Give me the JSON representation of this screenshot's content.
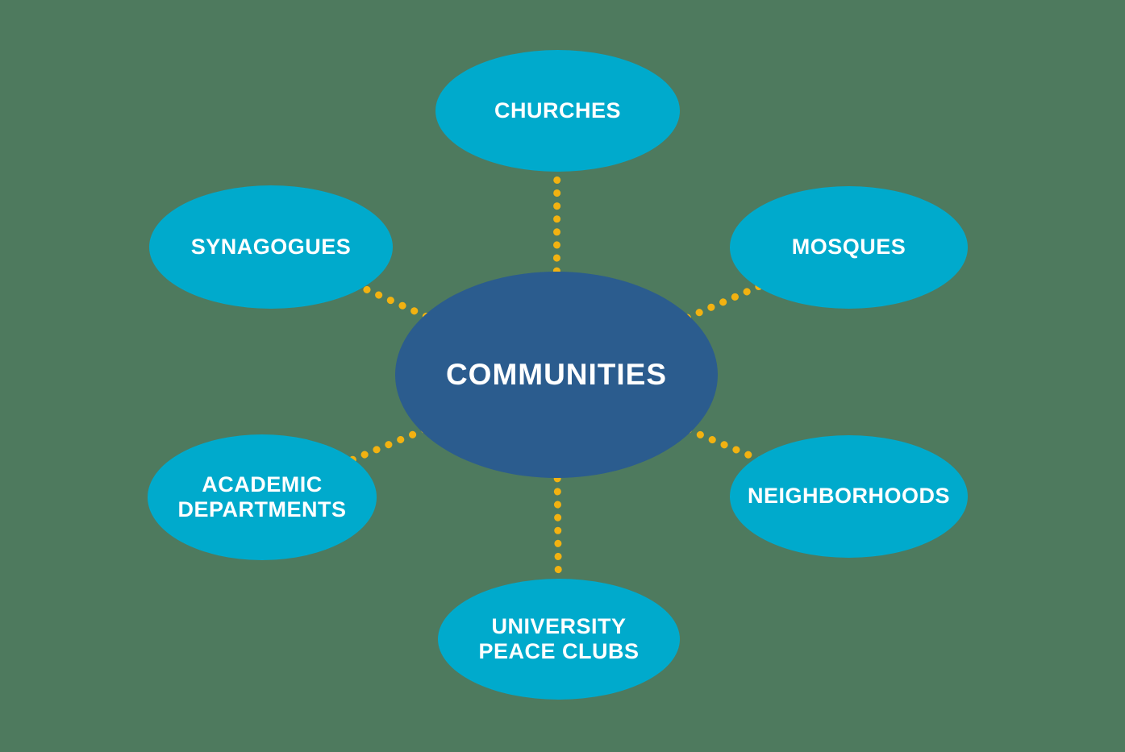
{
  "diagram": {
    "center": {
      "label": "COMMUNITIES"
    },
    "satellites": [
      {
        "id": "churches",
        "label": "CHURCHES"
      },
      {
        "id": "synagogues",
        "label": "SYNAGOGUES"
      },
      {
        "id": "mosques",
        "label": "MOSQUES"
      },
      {
        "id": "academic-departments",
        "label": "ACADEMIC DEPARTMENTS"
      },
      {
        "id": "neighborhoods",
        "label": "NEIGHBORHOODS"
      },
      {
        "id": "university-peace-clubs",
        "label": "UNIVERSITY PEACE CLUBS"
      }
    ],
    "colors": {
      "background": "#4e7a5e",
      "center_fill": "#2b5c8e",
      "satellite_fill": "#00aacc",
      "connector": "#f2b211",
      "text": "#ffffff"
    }
  }
}
